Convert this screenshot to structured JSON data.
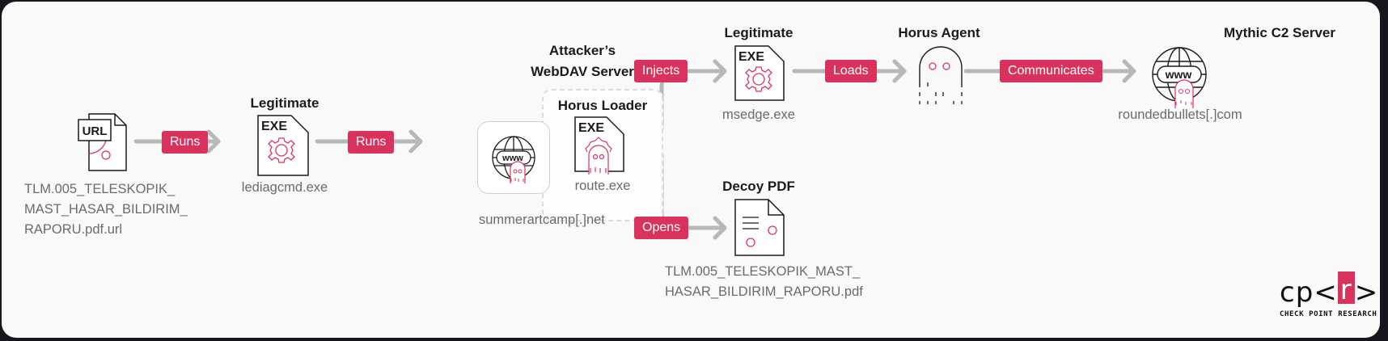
{
  "colors": {
    "accent": "#d9335d",
    "line": "#b8b8b8",
    "ink": "#1b1b1b",
    "caption": "#6b6b6b",
    "background": "#f9f9f9"
  },
  "nodes": {
    "url_file": {
      "icon": "url-file-icon",
      "badge": "URL",
      "caption_lines": [
        "TLM.005_TELESKOPIK_",
        "MAST_HASAR_BILDIRIM_",
        "RAPORU.pdf.url"
      ]
    },
    "lediagcmd": {
      "title": "Legitimate",
      "icon": "exe-gear-file-icon",
      "badge": "EXE",
      "caption": "lediagcmd.exe"
    },
    "webdav": {
      "title_lines": [
        "Attacker’s",
        "WebDAV Server"
      ],
      "icon": "globe-www-ghost-icon",
      "caption": "summerartcamp[.]net"
    },
    "horus_loader": {
      "title": "Horus Loader",
      "icon": "exe-ghost-file-icon",
      "badge": "EXE",
      "caption": "route.exe"
    },
    "msedge": {
      "title": "Legitimate",
      "icon": "exe-gear-file-icon",
      "badge": "EXE",
      "caption": "msedge.exe"
    },
    "horus_agent": {
      "title": "Horus Agent",
      "icon": "ghost-icon"
    },
    "mythic_c2": {
      "title": "Mythic C2 Server",
      "icon": "globe-www-ghost-icon",
      "www": "www",
      "caption": "roundedbullets[.]com"
    },
    "decoy_pdf": {
      "title": "Decoy PDF",
      "icon": "pdf-document-icon",
      "caption_lines": [
        "TLM.005_TELESKOPIK_MAST_",
        "HASAR_BILDIRIM_RAPORU.pdf"
      ]
    }
  },
  "edges": [
    {
      "from": "url_file",
      "to": "lediagcmd",
      "label": "Runs"
    },
    {
      "from": "lediagcmd",
      "to": "webdav",
      "label": "Runs"
    },
    {
      "from": "horus_loader",
      "to": "msedge",
      "label": "Injects"
    },
    {
      "from": "horus_loader",
      "to": "decoy_pdf",
      "label": "Opens"
    },
    {
      "from": "msedge",
      "to": "horus_agent",
      "label": "Loads"
    },
    {
      "from": "horus_agent",
      "to": "mythic_c2",
      "label": "Communicates"
    }
  ],
  "logo": {
    "mark_left": "cp<",
    "mark_r": "r",
    "mark_right": ">",
    "text": "CHECK POINT RESEARCH"
  },
  "www_text": "www"
}
